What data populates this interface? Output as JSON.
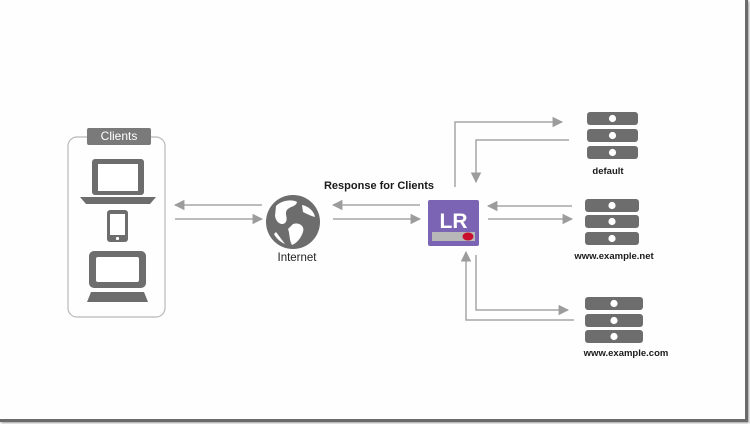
{
  "diagram": {
    "clients_group": {
      "label": "Clients",
      "devices": [
        "laptop",
        "smartphone",
        "desktop-monitor"
      ]
    },
    "internet": {
      "label": "Internet",
      "icon": "globe-icon"
    },
    "connection_label": "Response for Clients",
    "load_balancer": {
      "logo_text": "LR",
      "accent_color": "#7b64b3",
      "indicator_color": "#c8102e"
    },
    "servers": [
      {
        "label": "default"
      },
      {
        "label": "www.example.net"
      },
      {
        "label": "www.example.com"
      }
    ],
    "colors": {
      "icon_gray": "#6d6d6d",
      "arrow_gray": "#a6a6a6",
      "border_gray": "#b8b8b8"
    }
  }
}
